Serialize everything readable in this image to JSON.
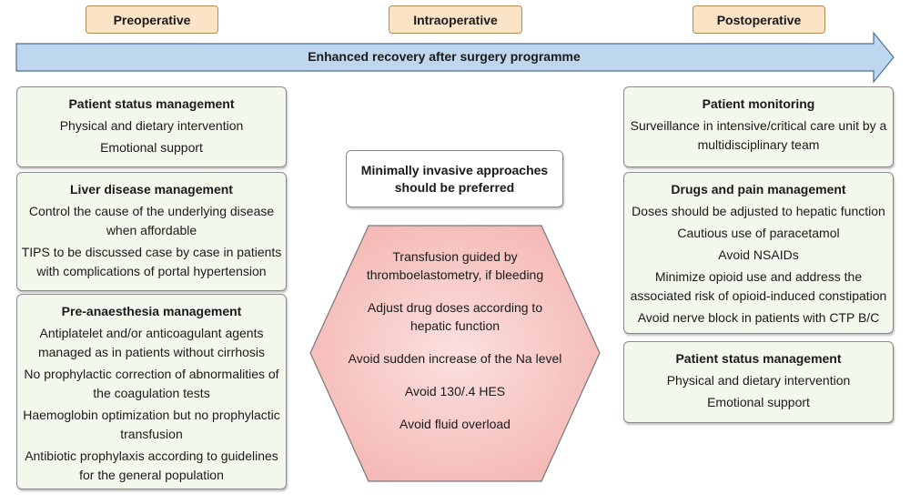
{
  "phases": {
    "preoperative": "Preoperative",
    "intraoperative": "Intraoperative",
    "postoperative": "Postoperative"
  },
  "arrow": {
    "label": "Enhanced recovery after surgery programme"
  },
  "colors": {
    "phase_fill": "#fbe3c6",
    "arrow_fill": "#bfd7ee",
    "box_fill": "#f3f8ec",
    "hexagon_fill": "#f8c8c6"
  },
  "preoperative": [
    {
      "title": "Patient status management",
      "items": [
        "Physical and dietary intervention",
        "Emotional support"
      ]
    },
    {
      "title": "Liver disease management",
      "items": [
        "Control the cause of the underlying disease when affordable",
        "TIPS to be discussed case by case in patients with complications of portal hypertension"
      ]
    },
    {
      "title": "Pre-anaesthesia management",
      "items": [
        "Antiplatelet and/or anticoagulant agents managed as in patients without cirrhosis",
        "No prophylactic correction of abnormalities of the coagulation tests",
        "Haemoglobin optimization but no prophylactic transfusion",
        "Antibiotic prophylaxis according to guidelines for the general population"
      ]
    }
  ],
  "intraoperative": {
    "minimally_invasive": "Minimally invasive approaches should be preferred",
    "hexagon_items": [
      "Transfusion guided by thromboelastometry, if bleeding",
      "Adjust drug doses according to hepatic function",
      "Avoid sudden increase of the Na level",
      "Avoid 130/.4 HES",
      "Avoid fluid overload"
    ]
  },
  "postoperative": [
    {
      "title": "Patient monitoring",
      "items": [
        "Surveillance in intensive/critical care unit by a multidisciplinary team"
      ]
    },
    {
      "title": "Drugs and pain management",
      "items": [
        "Doses should be adjusted to hepatic function",
        "Cautious use of paracetamol",
        "Avoid NSAIDs",
        "Minimize opioid use and address the associated risk of opioid-induced constipation",
        "Avoid nerve block in patients with CTP B/C"
      ]
    },
    {
      "title": "Patient status management",
      "items": [
        "Physical and dietary intervention",
        "Emotional support"
      ]
    }
  ]
}
